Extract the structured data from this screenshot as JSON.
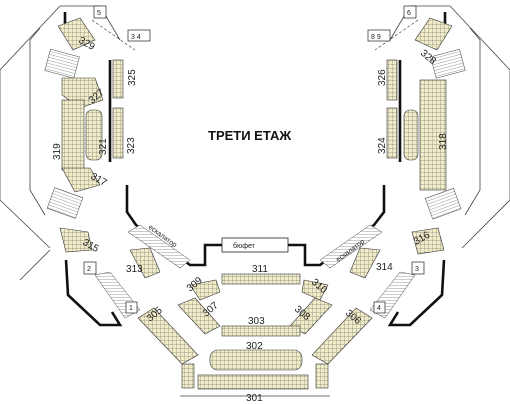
{
  "title": "ТРЕТИ ЕТАЖ",
  "buffet": "бюфет",
  "escalator_left": "ескалатор",
  "escalator_right": "ескалатор",
  "sections": {
    "s301": "301",
    "s302": "302",
    "s303": "303",
    "s305": "305",
    "s306": "306",
    "s307": "307",
    "s308": "308",
    "s309": "309",
    "s310": "310",
    "s311": "311",
    "s313": "313",
    "s314": "314",
    "s315": "315",
    "s316": "316",
    "s317": "317",
    "s318": "318",
    "s319": "319",
    "s321": "321",
    "s323": "323",
    "s324": "324",
    "s325": "325",
    "s326": "326",
    "s327": "327",
    "s328": "328",
    "s329": "329"
  },
  "gates": {
    "g1": "1",
    "g2": "2",
    "g3": "3",
    "g4": "4",
    "g5": "5",
    "g6": "6",
    "g_pair_left": "3 4",
    "g_pair_right": "8 9"
  },
  "colors": {
    "seat_fill": "#f1ecc8",
    "wall": "#111111",
    "background": "#ffffff"
  }
}
